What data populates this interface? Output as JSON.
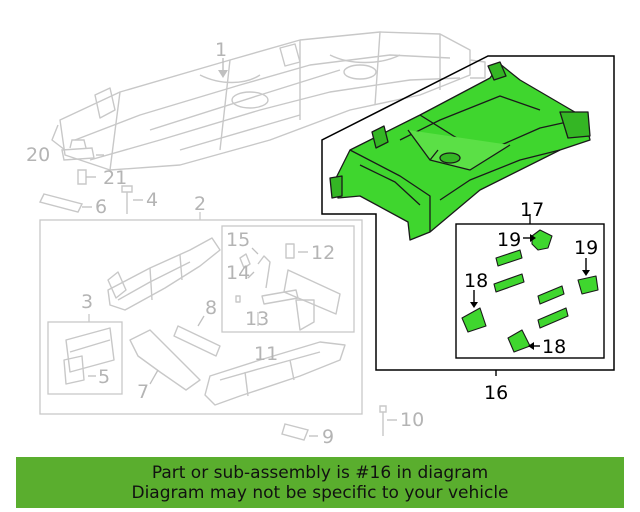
{
  "colors": {
    "highlight": "#3fd62e",
    "banner": "#5aae2e",
    "ghost": "#c8c8c8",
    "outline": "#000000"
  },
  "callouts": {
    "c1": "1",
    "c2": "2",
    "c3": "3",
    "c4": "4",
    "c5": "5",
    "c6": "6",
    "c7": "7",
    "c8": "8",
    "c9": "9",
    "c10": "10",
    "c11": "11",
    "c12": "12",
    "c13": "13",
    "c14": "14",
    "c15": "15",
    "c16": "16",
    "c17": "17",
    "c18a": "18",
    "c18b": "18",
    "c19a": "19",
    "c19b": "19",
    "c20": "20",
    "c21": "21"
  },
  "banner": {
    "line1": "Part or sub-assembly is #16 in diagram",
    "line2": "Diagram may not be specific to your vehicle"
  }
}
